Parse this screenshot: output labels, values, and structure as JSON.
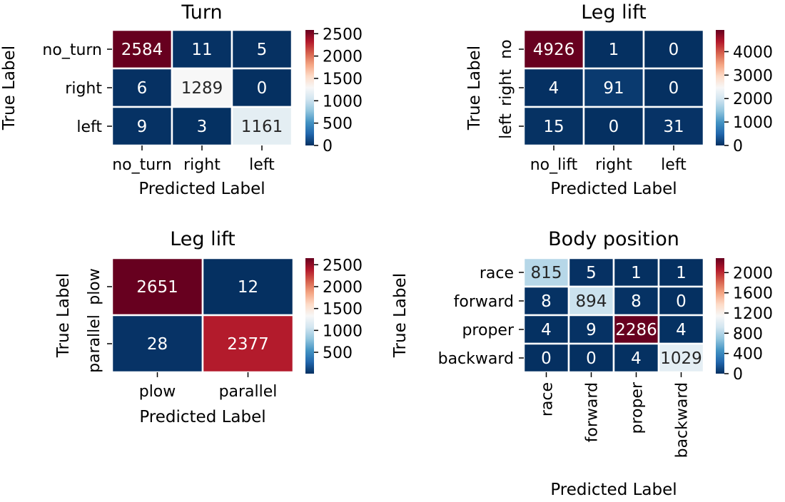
{
  "chart_data": [
    {
      "type": "heatmap",
      "title": "Turn",
      "xlabel": "Predicted Label",
      "ylabel": "True Label",
      "x_categories": [
        "no_turn",
        "right",
        "left"
      ],
      "y_categories": [
        "no_turn",
        "right",
        "left"
      ],
      "values": [
        [
          2584,
          11,
          5
        ],
        [
          6,
          1289,
          0
        ],
        [
          9,
          3,
          1161
        ]
      ],
      "colorbar": {
        "range": [
          0,
          2584
        ],
        "ticks": [
          0,
          500,
          1000,
          1500,
          2000,
          2500
        ]
      }
    },
    {
      "type": "heatmap",
      "title": "Leg lift",
      "xlabel": "Predicted Label",
      "ylabel": "True Label",
      "x_categories": [
        "no_lift",
        "right",
        "left"
      ],
      "y_categories": [
        "no",
        "right",
        "left"
      ],
      "values": [
        [
          4926,
          1,
          0
        ],
        [
          4,
          91,
          0
        ],
        [
          15,
          0,
          31
        ]
      ],
      "colorbar": {
        "range": [
          0,
          4926
        ],
        "ticks": [
          0,
          1000,
          2000,
          3000,
          4000
        ]
      }
    },
    {
      "type": "heatmap",
      "title": "Leg lift",
      "xlabel": "Predicted Label",
      "ylabel": "True Label",
      "x_categories": [
        "plow",
        "parallel"
      ],
      "y_categories": [
        "plow",
        "parallel"
      ],
      "values": [
        [
          2651,
          12
        ],
        [
          28,
          2377
        ]
      ],
      "colorbar": {
        "range": [
          12,
          2651
        ],
        "ticks": [
          500,
          1000,
          1500,
          2000,
          2500
        ]
      }
    },
    {
      "type": "heatmap",
      "title": "Body position",
      "xlabel": "Predicted Label",
      "ylabel": "True Label",
      "x_categories": [
        "race",
        "forward",
        "proper",
        "backward"
      ],
      "y_categories": [
        "race",
        "forward",
        "proper",
        "backward"
      ],
      "values": [
        [
          815,
          5,
          1,
          1
        ],
        [
          8,
          894,
          8,
          0
        ],
        [
          4,
          9,
          2286,
          4
        ],
        [
          0,
          0,
          4,
          1029
        ]
      ],
      "colorbar": {
        "range": [
          0,
          2286
        ],
        "ticks": [
          0,
          400,
          800,
          1200,
          1600,
          2000
        ]
      }
    }
  ],
  "colors": {
    "colormap": [
      "#053061",
      "#2166ac",
      "#4393c3",
      "#92c5de",
      "#d1e5f0",
      "#f7f7f7",
      "#fddbc7",
      "#f4a582",
      "#d6604d",
      "#b2182b",
      "#67001f"
    ],
    "cell_border": "#ffffff",
    "text": "#000000"
  }
}
